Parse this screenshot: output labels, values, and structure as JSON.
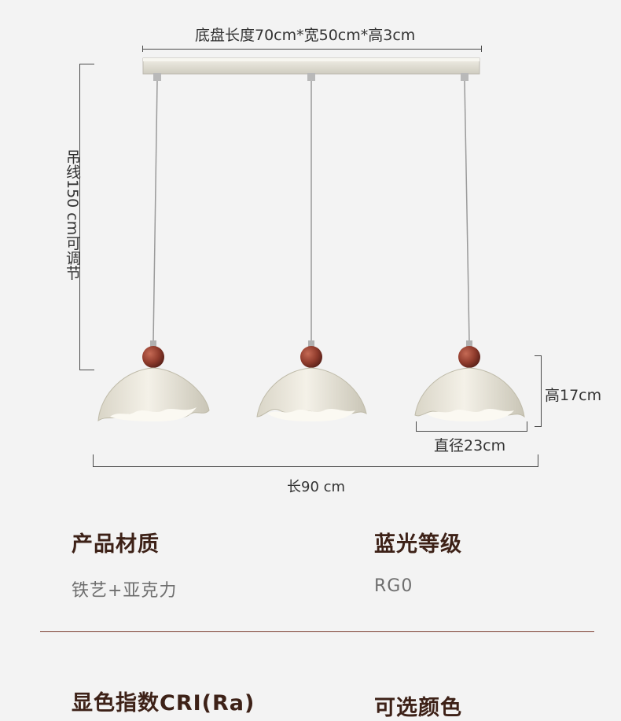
{
  "dimensions": {
    "base_size": "底盘长度70cm*宽50cm*高3cm",
    "cord_length": "吊线150 cm可调节",
    "shade_height": "高17cm",
    "shade_diameter": "直径23cm",
    "total_length": "长90 cm"
  },
  "specs": [
    {
      "title": "产品材质",
      "value": "铁艺+亚克力"
    },
    {
      "title": "蓝光等级",
      "value": "RG0"
    },
    {
      "title": "显色指数CRI(Ra)",
      "value": ""
    },
    {
      "title": "可选颜色",
      "value": ""
    }
  ],
  "colors": {
    "background": "#f3f3f3",
    "shade": "#ece8dc",
    "ball": "#8f3b2c",
    "canopy": "#e8e6dc",
    "title": "#3d2117",
    "divider": "#7a3b2e"
  },
  "icons": [
    "pendant-lamp-icon"
  ]
}
